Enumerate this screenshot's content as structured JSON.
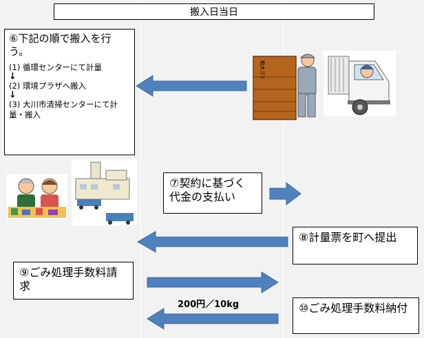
{
  "header": {
    "title": "搬入日当日"
  },
  "step6": {
    "lead": "⑥下記の順で搬入を行う。",
    "steps": [
      "(1) 循環センターにて計量",
      "(2) 環境プラザへ搬入",
      "(3) 大川市清掃センターにて計量・搬入"
    ],
    "arrow_glyph": "↓"
  },
  "step7": {
    "text": "⑦契約に基づく代金の支払い"
  },
  "step8": {
    "text": "⑧計量票を町へ提出"
  },
  "step9": {
    "text": "⑨ごみ処理手数料請求"
  },
  "step10": {
    "text": "⑩ごみ処理手数料納付"
  },
  "price": {
    "text": "200円／10kg"
  },
  "truck_sign": "粗大ゴミ",
  "colors": {
    "arrow_fill": "#4f81bd",
    "arrow_stroke": "#3a6aa0",
    "background": "#f2f2f2"
  }
}
